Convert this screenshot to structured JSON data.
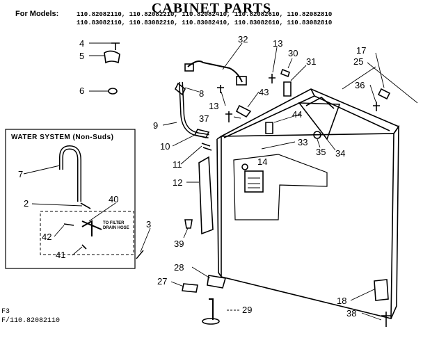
{
  "title": "CABINET PARTS",
  "models_label": "For Models:",
  "model_lines": [
    "110.82082110, 110.82082210, 110.82082410, 110.82082610, 110.82082810",
    "110.83082110, 110.83082210, 110.83082410, 110.83082610, 110.83082810"
  ],
  "inset_title": "WATER SYSTEM (Non-Suds)",
  "filter_note": "TO FILTER DRAIN HOSE",
  "footer": [
    "F3",
    "F/110.82082110"
  ],
  "callouts": [
    "4",
    "5",
    "6",
    "32",
    "13",
    "30",
    "31",
    "17",
    "25",
    "8",
    "43",
    "36",
    "13",
    "37",
    "9",
    "44",
    "10",
    "33",
    "35",
    "34",
    "11",
    "14",
    "12",
    "7",
    "2",
    "40",
    "3",
    "42",
    "39",
    "41",
    "28",
    "27",
    "18",
    "29",
    "38"
  ]
}
